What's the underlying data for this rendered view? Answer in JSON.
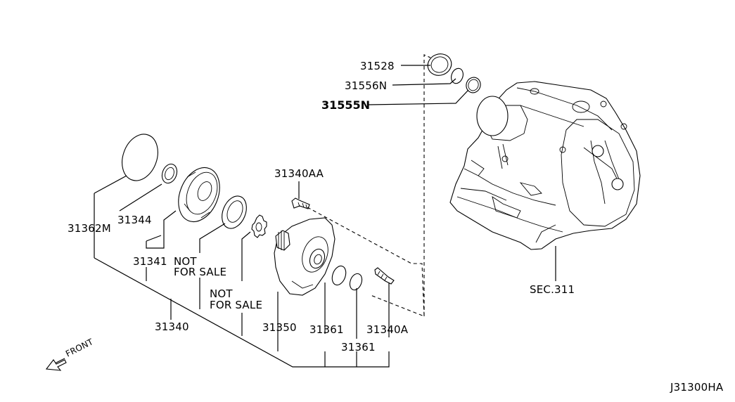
{
  "diagram_id": "J31300HA",
  "front_label": "FRONT",
  "labels": {
    "p31528": "31528",
    "p31556n": "31556N",
    "p31555n": "31555N",
    "p31340aa": "31340AA",
    "p31362m": "31362M",
    "p31344": "31344",
    "p31341": "31341",
    "nfs1_line1": "NOT",
    "nfs1_line2": "FOR SALE",
    "nfs2_line1": "NOT",
    "nfs2_line2": "FOR SALE",
    "p31340": "31340",
    "p31350": "31350",
    "p31361a": "31361",
    "p31361b": "31361",
    "p31340a": "31340A",
    "sec311": "SEC.311"
  }
}
